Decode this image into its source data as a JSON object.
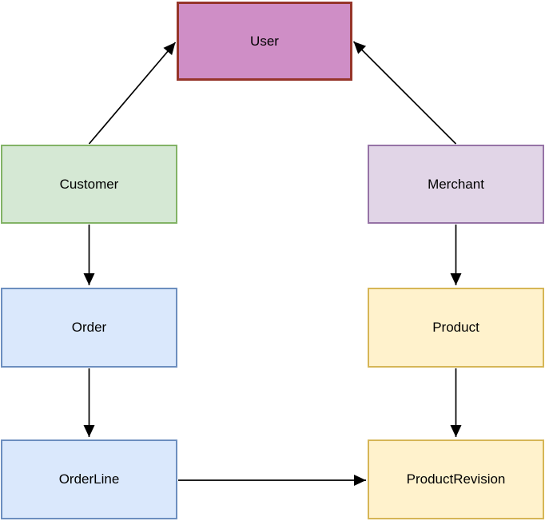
{
  "diagram": {
    "type": "entity-relationship-diagram",
    "background_color": "#ffffff",
    "edge_color": "#000000",
    "text_color": "#000000",
    "nodes": [
      {
        "id": "user",
        "label": "User",
        "fill": "#cf8ec6",
        "stroke": "#96352a"
      },
      {
        "id": "customer",
        "label": "Customer",
        "fill": "#d5e8d4",
        "stroke": "#82b366"
      },
      {
        "id": "merchant",
        "label": "Merchant",
        "fill": "#e1d5e7",
        "stroke": "#9673a6"
      },
      {
        "id": "order",
        "label": "Order",
        "fill": "#dae8fc",
        "stroke": "#6c8ebf"
      },
      {
        "id": "product",
        "label": "Product",
        "fill": "#fff2cc",
        "stroke": "#d6b656"
      },
      {
        "id": "orderline",
        "label": "OrderLine",
        "fill": "#dae8fc",
        "stroke": "#6c8ebf"
      },
      {
        "id": "productrevision",
        "label": "ProductRevision",
        "fill": "#fff2cc",
        "stroke": "#d6b656"
      }
    ],
    "edges": [
      {
        "from": "Customer",
        "to": "User",
        "direction": "diagonal-up-right"
      },
      {
        "from": "Merchant",
        "to": "User",
        "direction": "diagonal-up-left"
      },
      {
        "from": "Customer",
        "to": "Order",
        "direction": "down"
      },
      {
        "from": "Merchant",
        "to": "Product",
        "direction": "down"
      },
      {
        "from": "Order",
        "to": "OrderLine",
        "direction": "down"
      },
      {
        "from": "Product",
        "to": "ProductRevision",
        "direction": "down"
      },
      {
        "from": "OrderLine",
        "to": "ProductRevision",
        "direction": "right"
      }
    ]
  }
}
